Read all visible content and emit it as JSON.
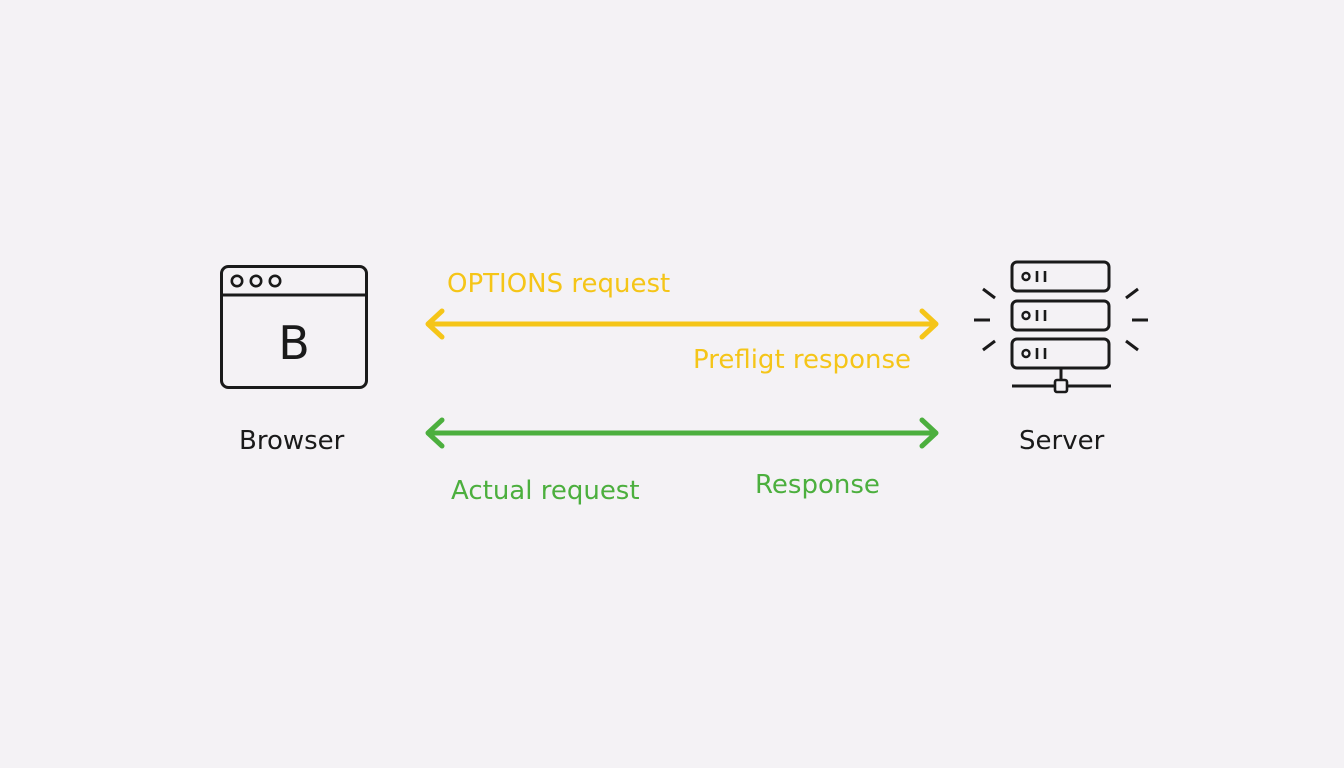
{
  "browser": {
    "label": "Browser",
    "icon_letter": "B",
    "icon": "browser-window-icon"
  },
  "server": {
    "label": "Server",
    "icon": "server-rack-icon"
  },
  "preflight": {
    "request_label": "OPTIONS request",
    "response_label": "Prefligt response",
    "color": "#f5c518"
  },
  "actual": {
    "request_label": "Actual request",
    "response_label": "Response",
    "color": "#4caf3e"
  }
}
